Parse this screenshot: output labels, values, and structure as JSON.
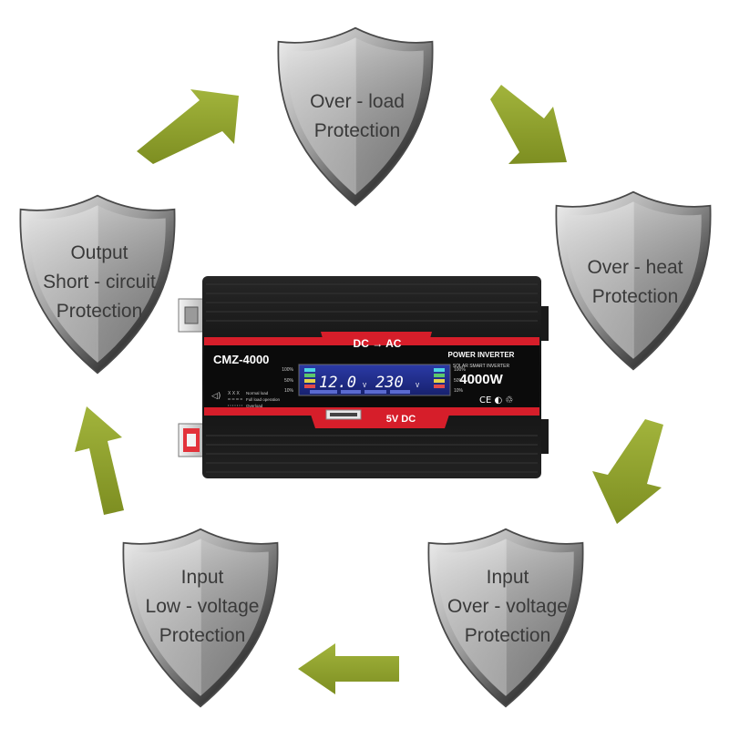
{
  "colors": {
    "arrow": "#8c9e2a",
    "shield_text": "#3a3a3a",
    "inverter_body": "#141414",
    "inverter_accent": "#d61e2a",
    "lcd_background": "#1f2c88"
  },
  "shields": [
    {
      "name": "over-load",
      "icon": "shield-icon",
      "lines": [
        "Over - load",
        "Protection"
      ]
    },
    {
      "name": "over-heat",
      "icon": "shield-icon",
      "lines": [
        "Over - heat",
        "Protection"
      ]
    },
    {
      "name": "input-over-voltage",
      "icon": "shield-icon",
      "lines": [
        "Input",
        "Over - voltage",
        "Protection"
      ]
    },
    {
      "name": "input-low-voltage",
      "icon": "shield-icon",
      "lines": [
        "Input",
        "Low - voltage",
        "Protection"
      ]
    },
    {
      "name": "output-short-circuit",
      "icon": "shield-icon",
      "lines": [
        "Output",
        "Short - circuit",
        "Protection"
      ]
    }
  ],
  "inverter": {
    "model": "CMZ-4000",
    "mode": "DC → AC",
    "title": "POWER INVERTER",
    "subtitle": "SOLAR SMART INVERTER",
    "power": "4000W",
    "usb": "5V DC",
    "lcd_input": "12.0",
    "lcd_input_unit": "V",
    "lcd_output": "230",
    "lcd_output_unit": "V",
    "load_left": [
      "100%",
      "50%",
      "10%"
    ],
    "load_right": [
      "100%",
      "50%",
      "10%"
    ],
    "legend_symbols": "X X X",
    "legend": [
      "Normal load",
      "Full load operation",
      "Overload"
    ],
    "certifications": "CE ◐ ♲"
  }
}
